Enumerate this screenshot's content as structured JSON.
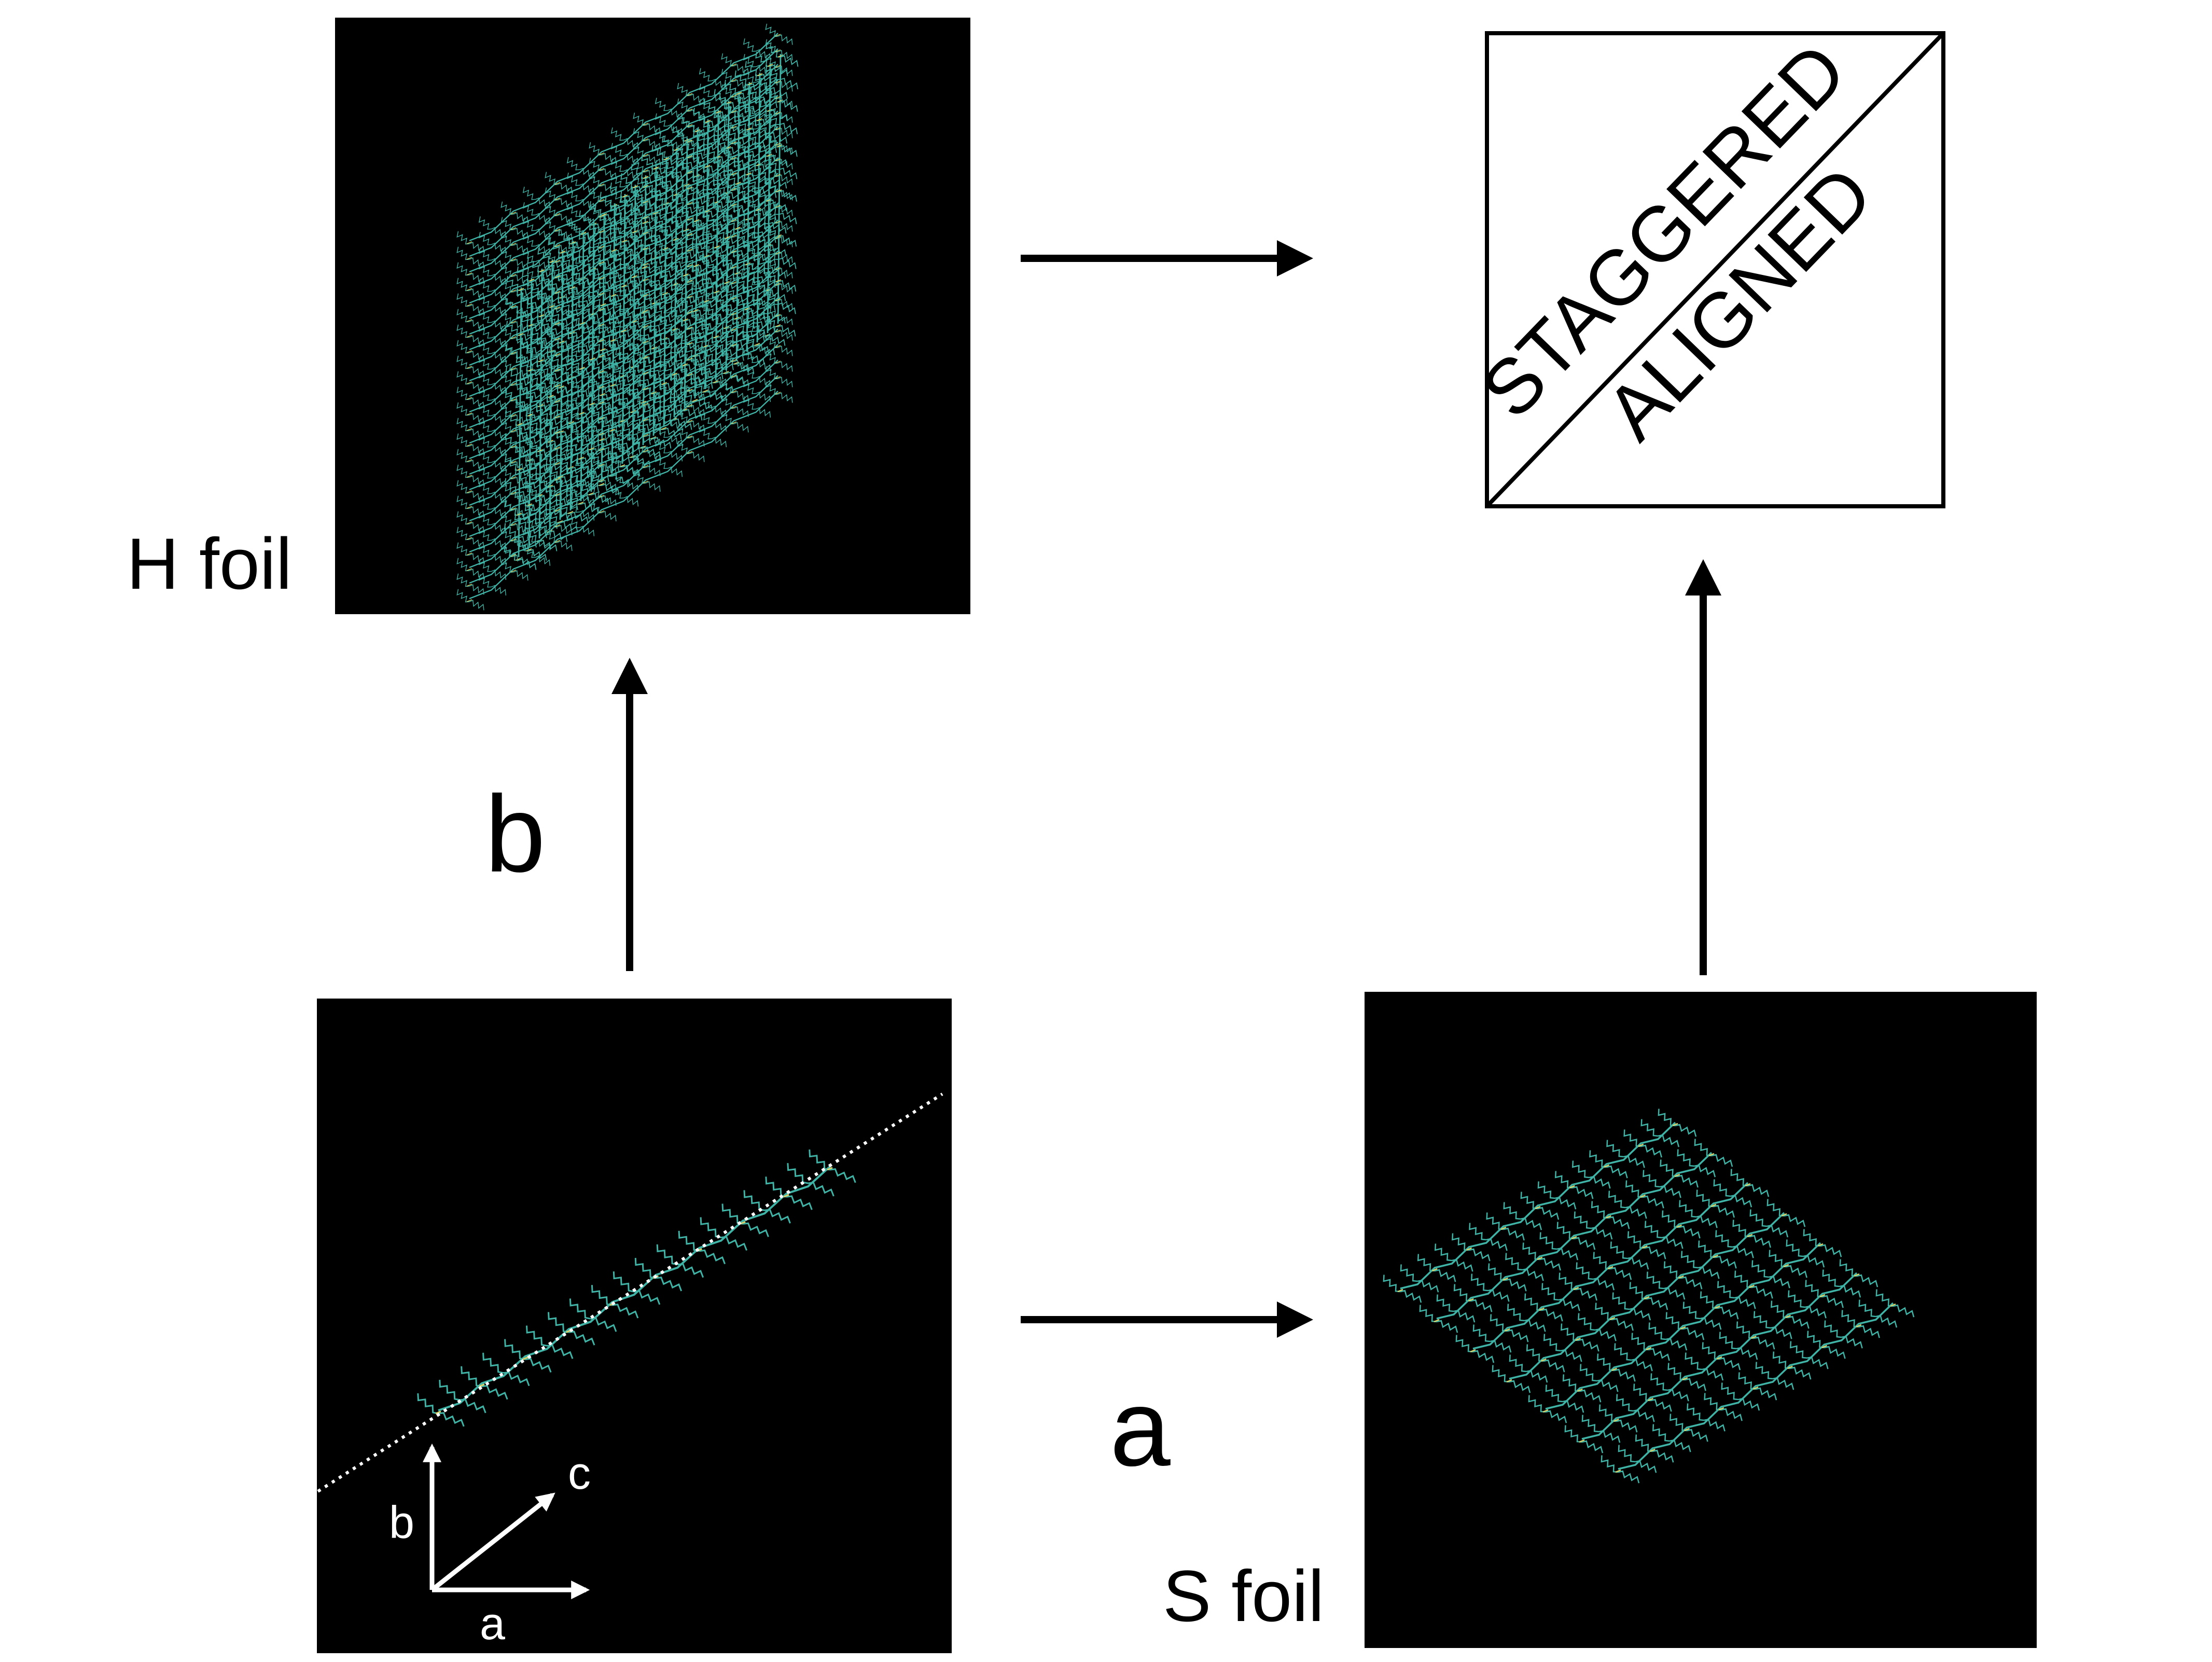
{
  "panels": {
    "h_foil": {
      "label": "H foil"
    },
    "s_foil": {
      "label": "S foil"
    }
  },
  "arrows": {
    "b_label": "b",
    "a_label": "a"
  },
  "axes": {
    "a": "a",
    "b": "b",
    "c": "c"
  },
  "result": {
    "staggered": "STAGGERED",
    "aligned": "ALIGNED"
  },
  "colors": {
    "panel_bg": "#000000",
    "chain": "#3fb4a6",
    "chain_highlight": "#d9d36a",
    "dotted_line": "#ffffff"
  }
}
